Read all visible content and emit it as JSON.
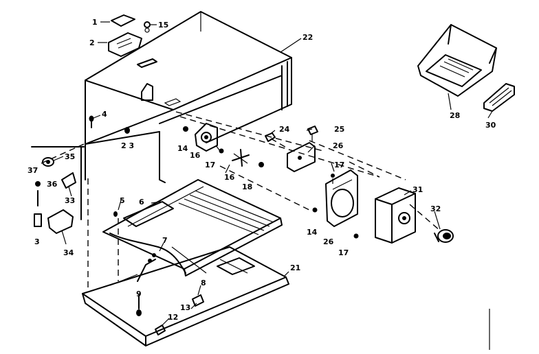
{
  "diagram": {
    "type": "exploded-parts-diagram",
    "callouts": [
      {
        "id": "c1",
        "label": "1"
      },
      {
        "id": "c2",
        "label": "2"
      },
      {
        "id": "c3",
        "label": "3"
      },
      {
        "id": "c4",
        "label": "4"
      },
      {
        "id": "c5",
        "label": "5"
      },
      {
        "id": "c6",
        "label": "6"
      },
      {
        "id": "c7",
        "label": "7"
      },
      {
        "id": "c8",
        "label": "8"
      },
      {
        "id": "c9",
        "label": "9"
      },
      {
        "id": "c12",
        "label": "12"
      },
      {
        "id": "c13",
        "label": "13"
      },
      {
        "id": "c14a",
        "label": "14"
      },
      {
        "id": "c14b",
        "label": "14"
      },
      {
        "id": "c15",
        "label": "15"
      },
      {
        "id": "c16a",
        "label": "16"
      },
      {
        "id": "c16b",
        "label": "16"
      },
      {
        "id": "c17a",
        "label": "17"
      },
      {
        "id": "c17b",
        "label": "17"
      },
      {
        "id": "c17c",
        "label": "17"
      },
      {
        "id": "c18",
        "label": "18"
      },
      {
        "id": "c21",
        "label": "21"
      },
      {
        "id": "c22",
        "label": "22"
      },
      {
        "id": "c23",
        "label": "2 3"
      },
      {
        "id": "c24",
        "label": "24"
      },
      {
        "id": "c25",
        "label": "25"
      },
      {
        "id": "c26a",
        "label": "26"
      },
      {
        "id": "c26b",
        "label": "26"
      },
      {
        "id": "c28",
        "label": "28"
      },
      {
        "id": "c30",
        "label": "30"
      },
      {
        "id": "c31",
        "label": "31"
      },
      {
        "id": "c32",
        "label": "32"
      },
      {
        "id": "c33",
        "label": "33"
      },
      {
        "id": "c34",
        "label": "34"
      },
      {
        "id": "c35",
        "label": "35"
      },
      {
        "id": "c36",
        "label": "36"
      },
      {
        "id": "c37",
        "label": "37"
      }
    ]
  }
}
